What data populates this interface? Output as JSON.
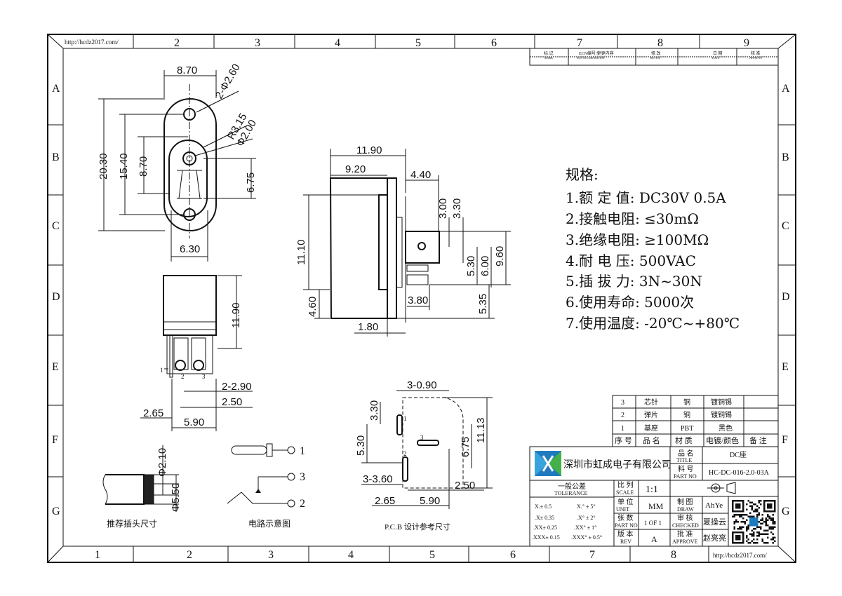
{
  "url": "http://hcdz2017.com/",
  "frame": {
    "top_cols": [
      "2",
      "3",
      "4",
      "5",
      "6",
      "7",
      "8",
      "9"
    ],
    "bottom_cols": [
      "1",
      "2",
      "3",
      "4",
      "5",
      "6",
      "7",
      "8"
    ],
    "rows": [
      "A",
      "B",
      "C",
      "D",
      "E",
      "F",
      "G"
    ]
  },
  "revision_header": [
    "标 记",
    "ECN编号/更更内容",
    "修 改",
    "日 期",
    "核 准"
  ],
  "revision_header_en": [
    "MARK",
    "ECN NO./DEFINITION",
    "REVISE",
    "DATE",
    "APPROVE"
  ],
  "front_view": {
    "d1": "8.70",
    "d2": "2-Φ2.60",
    "d3": "R3.15",
    "d4": "Φ2.00",
    "d5": "20.30",
    "d6": "15.40",
    "d7": "8.70",
    "d8": "6.75",
    "d9": "6.30"
  },
  "side_view": {
    "d1": "11.90",
    "d2": "9.20",
    "d3": "4.40",
    "d4": "3.00",
    "d5": "3.30",
    "d6": "11.10",
    "d7": "5.30",
    "d8": "6.00",
    "d9": "9.60",
    "d10": "4.60",
    "d11": "3.80",
    "d12": "5.35",
    "d13": "1.80"
  },
  "bottom_view": {
    "d1": "11.90",
    "d2": "2-2.90",
    "d3": "2.50",
    "d4": "2.65",
    "d5": "5.90",
    "pin1": "1",
    "pin2": "2",
    "pin3": "3"
  },
  "pcb": {
    "d1": "3-0.90",
    "d2": "3.30",
    "d3": "5.30",
    "d4": "6.75",
    "d5": "11.13",
    "d6": "3-3.60",
    "d7": "2.50",
    "d8": "2.65",
    "d9": "5.90",
    "pin1": "1",
    "pin2": "2",
    "pin3": "3",
    "caption": "P.C.B 设计参考尺寸"
  },
  "plug": {
    "d1": "Φ2.10",
    "d2": "Φ5.50",
    "caption": "推荐插头尺寸"
  },
  "circuit": {
    "pin1": "1",
    "pin3": "3",
    "pin2": "2",
    "caption": "电路示意图"
  },
  "specs": {
    "title": "规格:",
    "items": [
      "1.额 定 值: DC30V 0.5A",
      "2.接触电阻: ≤30mΩ",
      "3.绝缘电阻: ≥100MΩ",
      "4.耐 电 压: 500VAC",
      "5.插 拔 力: 3N~30N",
      "6.使用寿命: 5000次",
      "7.使用温度: -20℃~+80℃"
    ]
  },
  "bom": {
    "rows": [
      [
        "3",
        "芯针",
        "铜",
        "镀铜锡"
      ],
      [
        "2",
        "弹片",
        "铜",
        "镀铜锡"
      ],
      [
        "1",
        "基座",
        "PBT",
        "黑色"
      ]
    ],
    "header": [
      "序 号",
      "品 名",
      "材 质",
      "电镀/颜色",
      "备 注"
    ]
  },
  "title_block": {
    "company": "深圳市虹成电子有限公司",
    "title_label": "品 名",
    "title_label_en": "TITLE",
    "title_value": "DC座",
    "part_label": "料 号",
    "part_label_en": "PART NO",
    "part_value": "HC-DC-016-2.0-03A",
    "tol_label": "一般公差",
    "tol_label_en": "TOLERANCE",
    "tol_rows": [
      [
        "X.± 0.5",
        "X.° ± 5°"
      ],
      [
        ".X± 0.35",
        ".X° ± 2°"
      ],
      [
        ".XX± 0.25",
        ".XX° ± 1°"
      ],
      [
        ".XXX± 0.15",
        ".XXX° ± 0.5°"
      ]
    ],
    "scale_label": "比 列",
    "scale_label_en": "SCALE",
    "scale_value": "1:1",
    "unit_label": "单 位",
    "unit_label_en": "UNIT",
    "unit_value": "MM",
    "sheet_label": "张 数",
    "sheet_label_en": "PART NO",
    "sheet_value": "1 OF 1",
    "rev_label": "版 本",
    "rev_label_en": "REV",
    "rev_value": "A",
    "draw_label": "制 图",
    "draw_label_en": "DRAW",
    "draw_value": "AhYe",
    "check_label": "审 核",
    "check_label_en": "CHECKED",
    "check_value": "夏操云",
    "approve_label": "批 准",
    "approve_label_en": "APPROVE",
    "approve_value": "赵亮亮"
  }
}
